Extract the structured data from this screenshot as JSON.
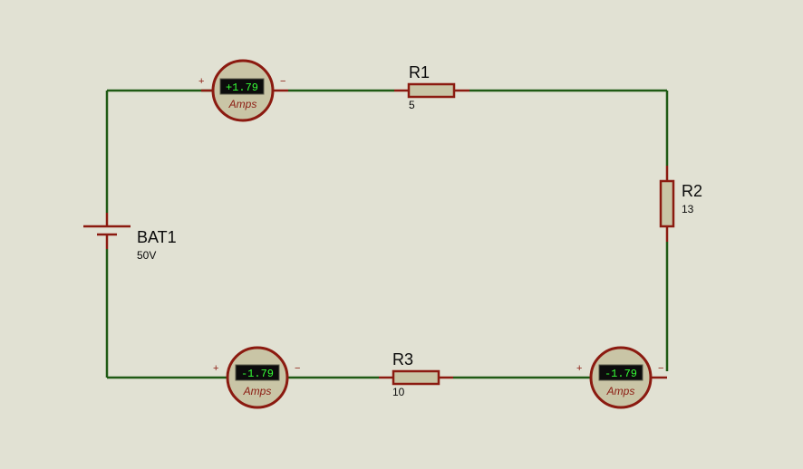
{
  "components": {
    "bat1": {
      "ref": "BAT1",
      "value": "50V"
    },
    "r1": {
      "ref": "R1",
      "value": "5"
    },
    "r2": {
      "ref": "R2",
      "value": "13"
    },
    "r3": {
      "ref": "R3",
      "value": "10"
    }
  },
  "ammeters": {
    "top": {
      "reading": "+1.79",
      "unit": "Amps",
      "plus": "+",
      "minus": "−"
    },
    "bottom_left": {
      "reading": "-1.79",
      "unit": "Amps",
      "plus": "+",
      "minus": "−"
    },
    "bottom_right": {
      "reading": "-1.79",
      "unit": "Amps",
      "plus": "+",
      "minus": "−"
    }
  },
  "colors": {
    "background": "#e1e1d3",
    "wire": "#1f5a14",
    "component_outline": "#8b1a10",
    "lcd_text": "#36ff36"
  }
}
